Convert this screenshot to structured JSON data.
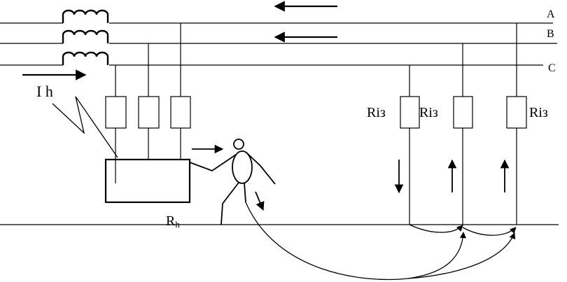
{
  "phases": {
    "a": "A",
    "b": "B",
    "c": "C"
  },
  "current_label": "I h",
  "ground_label": "R",
  "ground_label_sub": "h",
  "resistor_labels": {
    "r1": "Riз",
    "r2": "Riз",
    "r3": "Riз"
  }
}
